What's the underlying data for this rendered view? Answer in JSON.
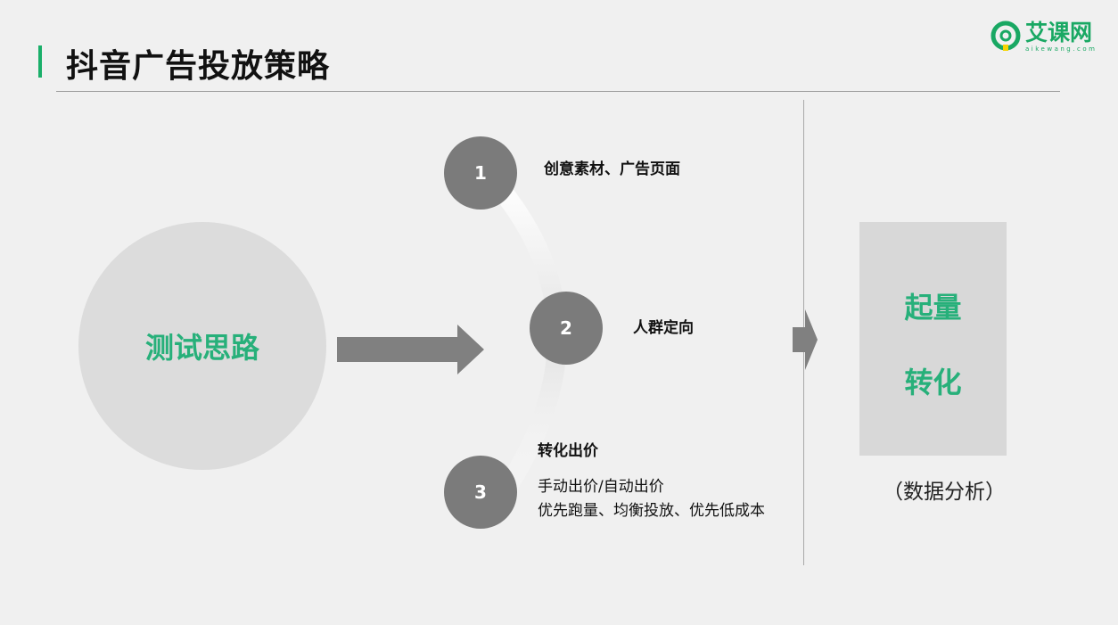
{
  "header": {
    "title": "抖音广告投放策略",
    "logo_text": "艾课网",
    "logo_sub": "aikewang.com"
  },
  "main_circle": {
    "label": "测试思路"
  },
  "steps": [
    {
      "number": "1",
      "label": "创意素材、广告页面"
    },
    {
      "number": "2",
      "label": "人群定向"
    },
    {
      "number": "3",
      "label": "转化出价",
      "details": [
        "手动出价/自动出价",
        "优先跑量、均衡投放、优先低成本"
      ]
    }
  ],
  "result": {
    "items": [
      "起量",
      "转化"
    ],
    "caption": "（数据分析）"
  },
  "colors": {
    "accent_green": "#27b07a",
    "step_circle": "#7b7b7b",
    "arrow": "#808080"
  }
}
